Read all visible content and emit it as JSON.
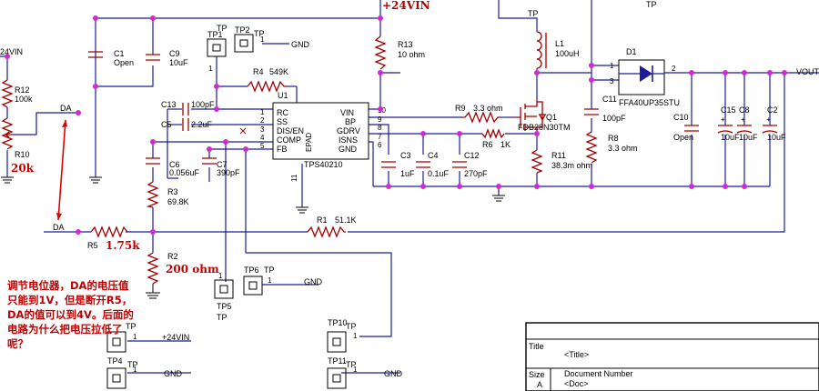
{
  "nets": {
    "vin_top": "+24VIN",
    "vin_left": "24VIN",
    "da1": "DA",
    "da2": "DA",
    "vout": "VOUT",
    "gnd": "GND",
    "vin_tp": "+24VIN"
  },
  "values": {
    "r10": "20k",
    "r5": "1.75k",
    "r2": "200 ohm"
  },
  "ic": {
    "ref": "U1",
    "part": "TPS40210",
    "epad": "EPAD",
    "pin11": "11",
    "left_pins": [
      {
        "num": "1",
        "name": "RC"
      },
      {
        "num": "2",
        "name": "SS"
      },
      {
        "num": "3",
        "name": "DIS/EN"
      },
      {
        "num": "4",
        "name": "COMP"
      },
      {
        "num": "5",
        "name": "FB"
      }
    ],
    "right_pins": [
      {
        "num": "10",
        "name": "VIN"
      },
      {
        "num": "9",
        "name": "BP"
      },
      {
        "num": "8",
        "name": "GDRV"
      },
      {
        "num": "7",
        "name": "ISNS"
      },
      {
        "num": "6",
        "name": "GND"
      }
    ]
  },
  "components": {
    "c1": {
      "ref": "C1",
      "val": "Open"
    },
    "c9": {
      "ref": "C9",
      "val": "10uF"
    },
    "tp1": {
      "ref": "TP1",
      "tag": "TP",
      "pin": "1"
    },
    "tp2": {
      "ref": "TP2",
      "tag": "TP",
      "pin": "1"
    },
    "r13": {
      "ref": "R13",
      "val": "10 ohm"
    },
    "r4": {
      "ref": "R4",
      "val": "549K"
    },
    "r12": {
      "ref": "R12",
      "val": "100k"
    },
    "r10": {
      "ref": "R10"
    },
    "c13": {
      "ref": "C13",
      "val": "100pF"
    },
    "c5": {
      "ref": "C5",
      "val": "2.2uF"
    },
    "c6": {
      "ref": "C6",
      "val": "0.056uF"
    },
    "c7": {
      "ref": "C7",
      "val": "390pF"
    },
    "r3": {
      "ref": "R3",
      "val": "69.8K"
    },
    "r5": {
      "ref": "R5"
    },
    "r2": {
      "ref": "R2"
    },
    "r1": {
      "ref": "R1",
      "val": "51.1K"
    },
    "c3": {
      "ref": "C3",
      "val": "1uF"
    },
    "c4": {
      "ref": "C4",
      "val": "0.1uF"
    },
    "c12": {
      "ref": "C12",
      "val": "270pF"
    },
    "r9": {
      "ref": "R9",
      "val": "3.3 ohm"
    },
    "r6": {
      "ref": "R6",
      "val": "1K"
    },
    "q1": {
      "ref": "Q1",
      "val": "FDB28N30TM"
    },
    "r11": {
      "ref": "R11",
      "val": "38.3m ohm"
    },
    "l1": {
      "ref": "L1",
      "val": "100uH"
    },
    "tp_top1": {
      "tag": "TP"
    },
    "tp_top2": {
      "tag": "TP"
    },
    "d1": {
      "ref": "D1",
      "val": "FFA40UP35STU",
      "p1": "1",
      "p2": "2",
      "p3": "3"
    },
    "c11": {
      "ref": "C11",
      "val": "100pF"
    },
    "r8": {
      "ref": "R8",
      "val": "3.3 ohm"
    },
    "c10": {
      "ref": "C10",
      "val": "Open"
    },
    "c15": {
      "ref": "C15",
      "val": "10uF"
    },
    "c8": {
      "ref": "C8",
      "val": "10uF"
    },
    "c2": {
      "ref": "C2",
      "val": "10uF"
    },
    "tp5": {
      "ref": "TP5",
      "tag": "TP",
      "pin": "1"
    },
    "tp6": {
      "ref": "TP6",
      "tag": "TP",
      "pin": "1"
    },
    "tp3": {
      "tag": "TP",
      "pin": "1"
    },
    "tp4": {
      "ref": "TP4",
      "tag": "TP",
      "pin": "1"
    },
    "tp10": {
      "ref": "TP10",
      "tag": "TP",
      "pin": "1"
    },
    "tp11": {
      "ref": "TP11",
      "tag": "TP",
      "pin": "1"
    }
  },
  "annotation": {
    "lines": [
      "调节电位器，DA的电压值",
      "只能到1V，但是断开R5，",
      "DA的值可以到4V。后面的",
      "电路为什么把电压拉低了",
      "呢？"
    ]
  },
  "title_block": {
    "title_label": "Title",
    "title_value": "<Title>",
    "size_label": "Size",
    "size_value": "A",
    "docnum_label": "Document Number",
    "docnum_value": "<Doc>"
  },
  "colors": {
    "wire": "#1c1c9a",
    "component": "#a00000",
    "junction": "#d12ad1",
    "annotation": "#c00000"
  }
}
